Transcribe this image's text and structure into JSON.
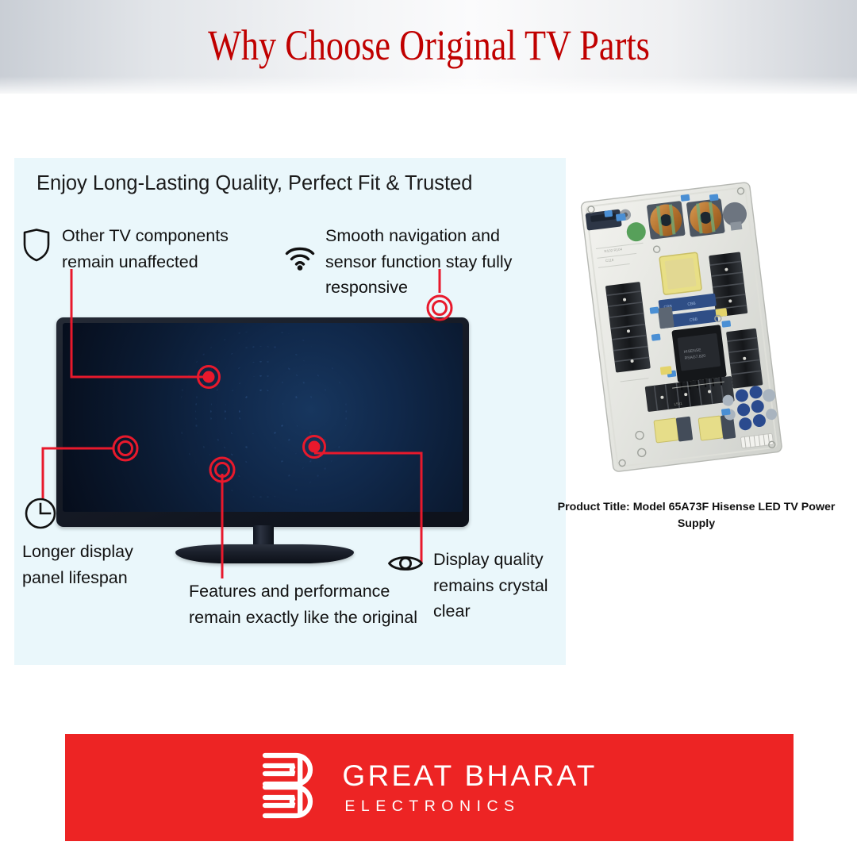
{
  "header": {
    "title": "Why Choose Original TV Parts",
    "title_color": "#c00000",
    "background": "#dfe2e6"
  },
  "panel": {
    "background": "#eaf7fb",
    "heading": "Enjoy Long-Lasting Quality, Perfect Fit & Trusted",
    "accent_color": "#e8192c",
    "features": [
      {
        "id": "other-components",
        "icon": "shield-icon",
        "text": "Other TV components remain unaffected"
      },
      {
        "id": "smooth-navigation",
        "icon": "wifi-icon",
        "text": "Smooth navigation and sensor function stay fully responsive"
      },
      {
        "id": "longer-lifespan",
        "icon": "clock-icon",
        "text": "Longer display panel lifespan"
      },
      {
        "id": "features-performance",
        "icon": "none",
        "text": "Features and performance remain exactly like the original"
      },
      {
        "id": "display-quality",
        "icon": "eye-icon",
        "text": "Display quality remains crystal clear"
      }
    ]
  },
  "product": {
    "caption": "Product Title: Model 65A73F Hisense LED TV Power Supply",
    "image_alt": "hisense-led-tv-power-supply-board"
  },
  "footer": {
    "background": "#ed2424",
    "brand_name": "GREAT BHARAT",
    "brand_subtitle": "ELECTRONICS",
    "logo": "great-bharat-b-monogram"
  }
}
